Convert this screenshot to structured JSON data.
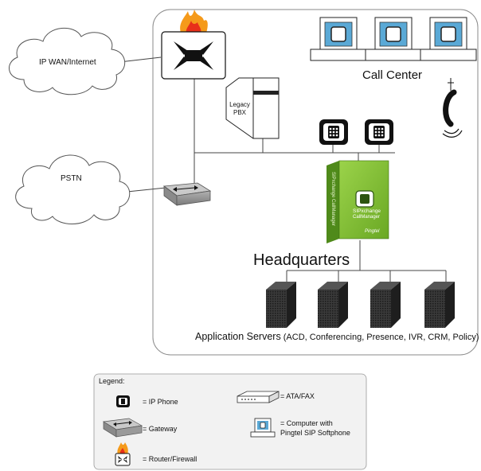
{
  "clouds": {
    "wan": "IP WAN/Internet",
    "pstn": "PSTN"
  },
  "hq": {
    "title": "Headquarters",
    "legacy_pbx": "Legacy\nPBX",
    "call_center": "Call Center",
    "servers_caption_main": "Application Servers",
    "servers_caption_detail": " (ACD, Conferencing, Presence, IVR, CRM, Policy)"
  },
  "product_box": {
    "line1": "SIPxchange",
    "line2": "CallManager",
    "brand": "Pingtel",
    "spine": "SIPxchange CallManager"
  },
  "legend": {
    "title": "Legend:",
    "ip_phone": "= IP Phone",
    "gateway": "= Gateway",
    "router": "= Router/Firewall",
    "ata": "= ATA/FAX",
    "computer_line1": "= Computer with",
    "computer_line2": "Pingtel SIP Softphone"
  },
  "colors": {
    "product_green": "#7dbf2f",
    "flame_orange": "#f59a1a",
    "flame_red": "#e8301a",
    "server_dark": "#2b2b2b",
    "computer_blue": "#5aa9d6"
  },
  "icons": [
    "cloud-icon",
    "router-firewall-icon",
    "gateway-icon",
    "ip-phone-icon",
    "computer-icon",
    "server-icon",
    "handset-icon",
    "pbx-icon",
    "ata-fax-icon"
  ]
}
